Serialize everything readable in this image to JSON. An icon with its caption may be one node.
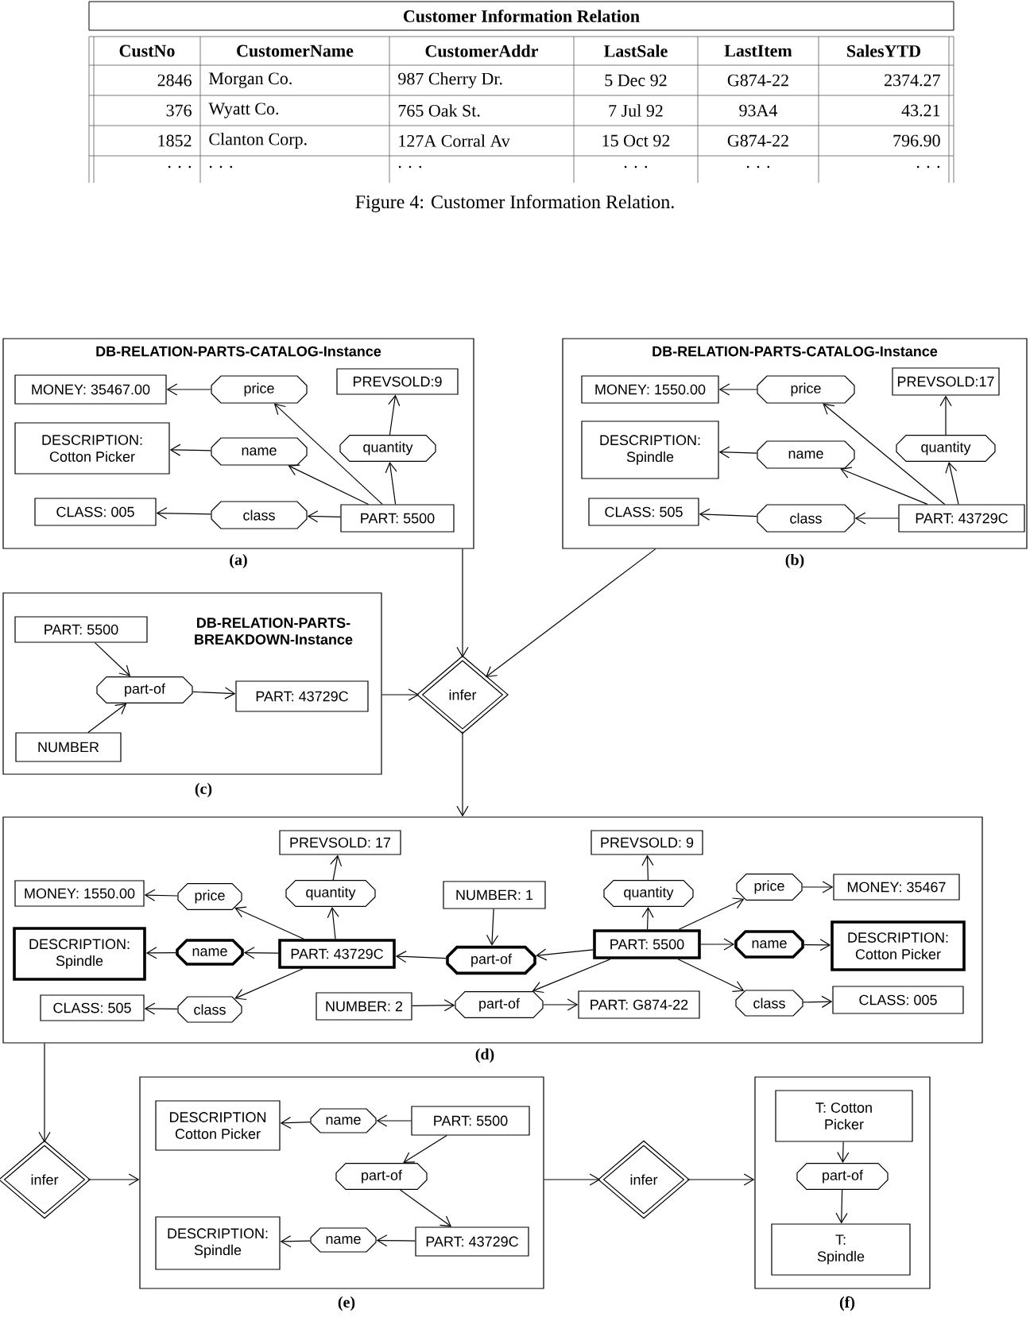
{
  "diagram": {
    "caption": "Figure 4: Customer Information Relation.",
    "nodes": [
      {
        "text": [
          "DB-RELATION-PARTS-CATALOG-Instance"
        ],
        "beside": [
          "(a)"
        ]
      },
      {
        "text": [
          "MONEY: 35467.00"
        ],
        "in": 0
      },
      {
        "text": [
          "price"
        ],
        "in": 0
      },
      {
        "text": [
          "PREVSOLD:9"
        ],
        "in": 0
      },
      {
        "text": [
          "DESCRIPTION: Cotton Picker"
        ],
        "in": 0
      },
      {
        "text": [
          "name"
        ],
        "in": 0
      },
      {
        "text": [
          "quantity"
        ],
        "in": 0
      },
      {
        "text": [
          "CLASS: 005"
        ],
        "in": 0
      },
      {
        "text": [
          "class"
        ],
        "in": 0
      },
      {
        "text": [
          "PART: 5500"
        ],
        "in": 0
      },
      {
        "text": [
          "DB-RELATION-PARTS-CATALOG-Instance"
        ],
        "beside": [
          "(b)"
        ]
      },
      {
        "text": [
          "MONEY: 1550.00"
        ],
        "in": 10
      },
      {
        "text": [
          "price"
        ],
        "in": 10
      },
      {
        "text": [
          "PREVSOLD:17"
        ],
        "in": 10
      },
      {
        "text": [
          "DESCRIPTION: Spindle"
        ],
        "in": 10
      },
      {
        "text": [
          "name"
        ],
        "in": 10
      },
      {
        "text": [
          "quantity"
        ],
        "in": 10
      },
      {
        "text": [
          "CLASS: 505"
        ],
        "in": 10
      },
      {
        "text": [
          "class"
        ],
        "in": 10
      },
      {
        "text": [
          "PART: 43729C"
        ],
        "in": 10
      },
      {
        "text": [
          "DB-RELATION-PARTS-BREAKDOWN-Instance"
        ],
        "beside": [
          "(c)"
        ]
      },
      {
        "text": [
          "PART: 5500"
        ],
        "in": 20
      },
      {
        "text": [
          "part-of"
        ],
        "in": 20
      },
      {
        "text": [
          "PART: 43729C"
        ],
        "in": 20
      },
      {
        "text": [
          "NUMBER"
        ],
        "in": 20
      },
      {
        "text": [
          "infer"
        ]
      },
      {
        "text": [],
        "shape": "box",
        "beside": [
          "(d)"
        ]
      },
      {
        "text": [
          "PREVSOLD: 17"
        ],
        "in": 26
      },
      {
        "text": [
          "PREVSOLD: 9"
        ],
        "in": 26
      },
      {
        "text": [
          "MONEY: 1550.00"
        ],
        "in": 26
      },
      {
        "text": [
          "price"
        ],
        "in": 26
      },
      {
        "text": [
          "quantity"
        ],
        "in": 26
      },
      {
        "text": [
          "NUMBER: 1"
        ],
        "in": 26
      },
      {
        "text": [
          "quantity"
        ],
        "in": 26
      },
      {
        "text": [
          "price"
        ],
        "in": 26
      },
      {
        "text": [
          "MONEY: 35467"
        ],
        "in": 26
      },
      {
        "text": [
          "DESCRIPTION: Spindle"
        ],
        "in": 26
      },
      {
        "text": [
          "name"
        ],
        "in": 26
      },
      {
        "text": [
          "PART: 43729C"
        ],
        "in": 26
      },
      {
        "text": [
          "part-of"
        ],
        "in": 26
      },
      {
        "text": [
          "PART: 5500"
        ],
        "in": 26
      },
      {
        "text": [
          "name"
        ],
        "in": 26
      },
      {
        "text": [
          "DESCRIPTION: Cotton Picker"
        ],
        "in": 26
      },
      {
        "text": [
          "CLASS: 505"
        ],
        "in": 26
      },
      {
        "text": [
          "class"
        ],
        "in": 26
      },
      {
        "text": [
          "NUMBER: 2"
        ],
        "in": 26
      },
      {
        "text": [
          "part-of"
        ],
        "in": 26
      },
      {
        "text": [
          "PART: G874-22"
        ],
        "in": 26
      },
      {
        "text": [
          "class"
        ],
        "in": 26
      },
      {
        "text": [
          "CLASS: 005"
        ],
        "in": 26
      },
      {
        "text": [
          "infer"
        ]
      },
      {
        "text": [],
        "shape": "box",
        "beside": [
          "(e)"
        ]
      },
      {
        "text": [
          "DESCRIPTION Cotton Picker"
        ],
        "in": 51
      },
      {
        "text": [
          "name"
        ],
        "in": 51
      },
      {
        "text": [
          "PART: 5500"
        ],
        "in": 51
      },
      {
        "text": [
          "part-of"
        ],
        "in": 51
      },
      {
        "text": [
          "DESCRIPTION: Spindle"
        ],
        "in": 51
      },
      {
        "text": [
          "name"
        ],
        "in": 51
      },
      {
        "text": [
          "PART: 43729C"
        ],
        "in": 51
      },
      {
        "text": [
          "infer"
        ]
      },
      {
        "text": [],
        "shape": "box",
        "beside": [
          "(f)"
        ]
      },
      {
        "text": [
          "T: Cotton Picker"
        ],
        "in": 60
      },
      {
        "text": [
          "part-of"
        ],
        "in": 60
      },
      {
        "text": [
          "T: Spindle"
        ],
        "in": 60
      }
    ],
    "edges": [
      {
        "from": 2,
        "to": 1,
        "arrow": "to"
      },
      {
        "from": 5,
        "to": 4,
        "arrow": "to"
      },
      {
        "from": 8,
        "to": 7,
        "arrow": "to"
      },
      {
        "from": 9,
        "to": 2,
        "arrow": "to"
      },
      {
        "from": 9,
        "to": 5,
        "arrow": "to"
      },
      {
        "from": 9,
        "to": 8,
        "arrow": "to"
      },
      {
        "from": 9,
        "to": 6,
        "arrow": "to"
      },
      {
        "from": 6,
        "to": 3,
        "arrow": "to"
      },
      {
        "from": 12,
        "to": 11,
        "arrow": "to"
      },
      {
        "from": 15,
        "to": 14,
        "arrow": "to"
      },
      {
        "from": 18,
        "to": 17,
        "arrow": "to"
      },
      {
        "from": 19,
        "to": 12,
        "arrow": "to"
      },
      {
        "from": 19,
        "to": 15,
        "arrow": "to"
      },
      {
        "from": 19,
        "to": 18,
        "arrow": "to"
      },
      {
        "from": 19,
        "to": 16,
        "arrow": "to"
      },
      {
        "from": 16,
        "to": 13,
        "arrow": "to"
      },
      {
        "from": 21,
        "to": 22,
        "arrow": "to"
      },
      {
        "from": 24,
        "to": 22,
        "arrow": "to"
      },
      {
        "from": 22,
        "to": 23,
        "arrow": "to"
      },
      {
        "from": 0,
        "to": 25,
        "arrow": "to"
      },
      {
        "from": 10,
        "to": 25,
        "arrow": "to"
      },
      {
        "from": 20,
        "to": 25,
        "arrow": "to"
      },
      {
        "from": 25,
        "to": 26,
        "arrow": "to"
      },
      {
        "from": 30,
        "to": 29,
        "arrow": "to"
      },
      {
        "from": 31,
        "to": 27,
        "arrow": "to"
      },
      {
        "from": 37,
        "to": 36,
        "arrow": "to"
      },
      {
        "from": 38,
        "to": 37,
        "arrow": "to"
      },
      {
        "from": 38,
        "to": 30,
        "arrow": "to"
      },
      {
        "from": 38,
        "to": 31,
        "arrow": "to"
      },
      {
        "from": 38,
        "to": 44,
        "arrow": "to"
      },
      {
        "from": 44,
        "to": 43,
        "arrow": "to"
      },
      {
        "from": 32,
        "to": 39,
        "arrow": "to"
      },
      {
        "from": 39,
        "to": 38,
        "arrow": "to"
      },
      {
        "from": 40,
        "to": 39,
        "arrow": "to"
      },
      {
        "from": 40,
        "to": 33,
        "arrow": "to"
      },
      {
        "from": 33,
        "to": 28,
        "arrow": "to"
      },
      {
        "from": 40,
        "to": 34,
        "arrow": "to"
      },
      {
        "from": 34,
        "to": 35,
        "arrow": "to"
      },
      {
        "from": 40,
        "to": 41,
        "arrow": "to"
      },
      {
        "from": 41,
        "to": 42,
        "arrow": "to"
      },
      {
        "from": 40,
        "to": 48,
        "arrow": "to"
      },
      {
        "from": 48,
        "to": 49,
        "arrow": "to"
      },
      {
        "from": 40,
        "to": 46,
        "arrow": "to"
      },
      {
        "from": 45,
        "to": 46,
        "arrow": "to"
      },
      {
        "from": 46,
        "to": 47,
        "arrow": "to"
      },
      {
        "from": 26,
        "to": 50,
        "arrow": "to"
      },
      {
        "from": 50,
        "to": 51,
        "arrow": "to"
      },
      {
        "from": 53,
        "to": 52,
        "arrow": "to"
      },
      {
        "from": 54,
        "to": 53,
        "arrow": "to"
      },
      {
        "from": 54,
        "to": 55,
        "arrow": "to"
      },
      {
        "from": 55,
        "to": 58,
        "arrow": "to"
      },
      {
        "from": 57,
        "to": 56,
        "arrow": "to"
      },
      {
        "from": 58,
        "to": 57,
        "arrow": "to"
      },
      {
        "from": 51,
        "to": 59,
        "arrow": "to"
      },
      {
        "from": 59,
        "to": 60,
        "arrow": "to"
      },
      {
        "from": 61,
        "to": 62,
        "arrow": "to"
      },
      {
        "from": 62,
        "to": 63,
        "arrow": "to"
      }
    ],
    "labels": [
      "Customer Information Relation",
      "CustNo",
      "CustomerName",
      "CustomerAddr",
      "LastSale",
      "LastItem",
      "SalesYTD",
      "2846",
      "Morgan Co.",
      "987 Cherry Dr.",
      "5 Dec 92",
      "G874-22",
      "2374.27",
      "376",
      "Wyatt Co.",
      "765 Oak St.",
      "7 Jul 92",
      "93A4",
      "43.21",
      "1852",
      "Clanton Corp.",
      "127A Corral Av",
      "15 Oct 92",
      "G874-22",
      "796.90",
      ". . .",
      ". . .",
      ". . .",
      ". . .",
      ". . .",
      ". . ."
    ]
  }
}
